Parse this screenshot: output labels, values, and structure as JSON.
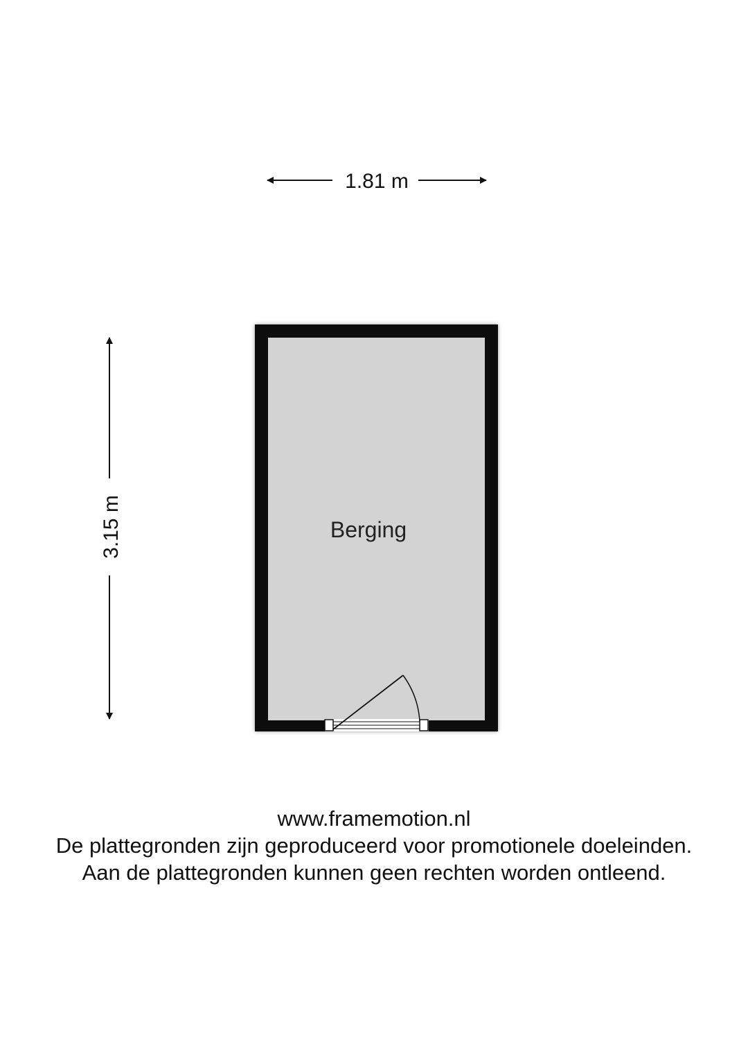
{
  "plan": {
    "width_label": "1.81 m",
    "height_label": "3.15 m",
    "room_label": "Berging",
    "colors": {
      "wall": "#111111",
      "floor": "#d3d3d3",
      "line": "#111111"
    }
  },
  "footer": {
    "website": "www.framemotion.nl",
    "disclaimer_line1": "De plattegronden zijn geproduceerd voor promotionele doeleinden.",
    "disclaimer_line2": "Aan de plattegronden kunnen geen rechten worden ontleend."
  }
}
